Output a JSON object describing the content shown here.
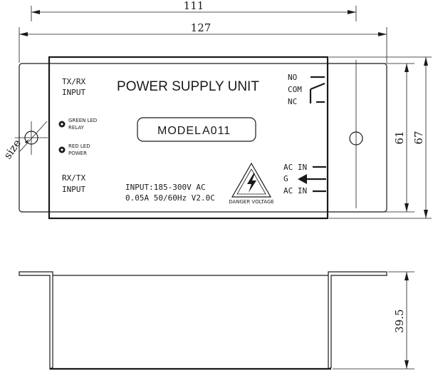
{
  "dimensions": {
    "inner_width": "111",
    "outer_width": "127",
    "body_height": "61",
    "overall_height": "67",
    "depth": "39.5",
    "hole": "size"
  },
  "ports": {
    "txrx_line1": "TX/RX",
    "txrx_line2": "INPUT",
    "rxtx_line1": "RX/TX",
    "rxtx_line2": "INPUT"
  },
  "leds": {
    "green_line1": "GREEN LED",
    "green_line2": "RELAY",
    "red_line1": "RED LED",
    "red_line2": "POWER"
  },
  "unit": {
    "title": "POWER SUPPLY UNIT",
    "model_label": "MODEL",
    "model_number": "A011"
  },
  "spec": {
    "line1": "INPUT:185-300V AC",
    "line2": "0.05A 50/60Hz V2.0C"
  },
  "warning": {
    "label": "DANGER VOLTAGE"
  },
  "relay": {
    "no": "NO",
    "com": "COM",
    "nc": "NC"
  },
  "ac": {
    "in_top": "AC IN",
    "ground": "G",
    "in_bottom": "AC IN"
  }
}
